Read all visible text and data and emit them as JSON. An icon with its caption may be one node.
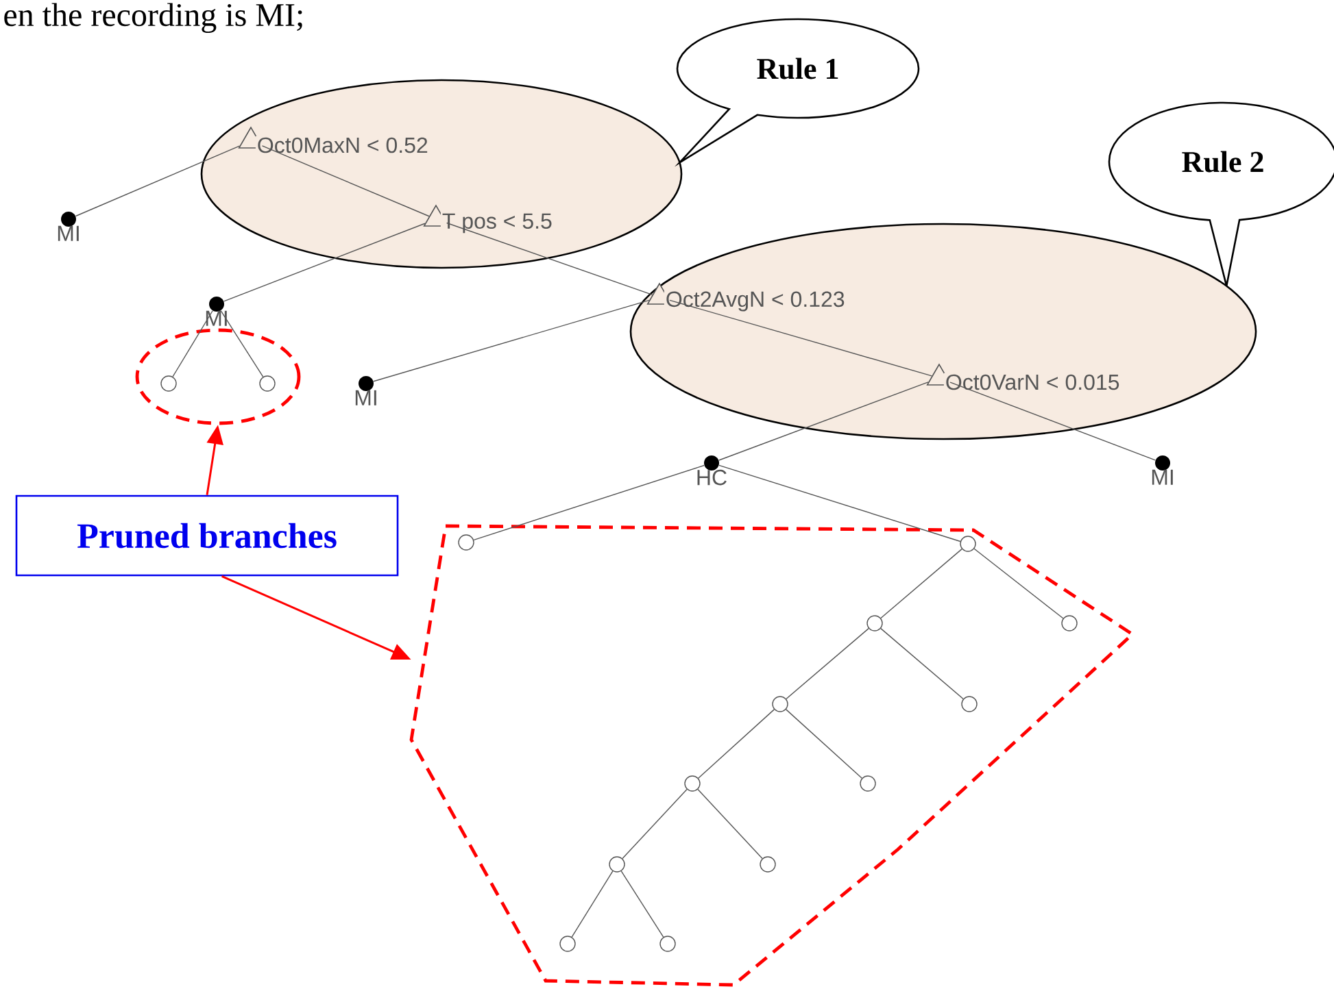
{
  "diagram": {
    "nodes": [
      {
        "text": [],
        "shape": "ellipse"
      },
      {
        "text": [
          "Oct0MaxN < 0.52"
        ],
        "in": 0
      },
      {
        "text": [
          "T pos < 5.5"
        ],
        "in": 0
      },
      {
        "text": [
          "Rule 1"
        ]
      },
      {
        "text": [
          "Rule 2"
        ]
      },
      {
        "text": [],
        "shape": "ellipse"
      },
      {
        "text": [
          "Oct2AvgN < 0.123"
        ],
        "in": 5
      },
      {
        "text": [
          "Oct0VarN < 0.015"
        ],
        "in": 5
      },
      {
        "text": [
          "MI"
        ]
      },
      {
        "text": [
          "MI"
        ]
      },
      {
        "text": [
          "MI"
        ]
      },
      {
        "text": [
          "HC"
        ]
      },
      {
        "text": [
          "MI"
        ]
      },
      {
        "text": [],
        "shape": "ellipse"
      },
      {
        "text": [],
        "shape": "circle",
        "in": 13
      },
      {
        "text": [],
        "shape": "circle",
        "in": 13
      },
      {
        "text": [
          "Pruned branches"
        ]
      },
      {
        "text": [],
        "shape": "polygon"
      },
      {
        "text": [],
        "shape": "circle",
        "in": 17
      },
      {
        "text": [],
        "shape": "circle",
        "in": 17
      },
      {
        "text": [],
        "shape": "circle",
        "in": 17
      },
      {
        "text": [],
        "shape": "circle",
        "in": 17
      },
      {
        "text": [],
        "shape": "circle",
        "in": 17
      },
      {
        "text": [],
        "shape": "circle",
        "in": 17
      },
      {
        "text": [],
        "shape": "circle",
        "in": 17
      },
      {
        "text": [],
        "shape": "circle",
        "in": 17
      },
      {
        "text": [],
        "shape": "circle",
        "in": 17
      },
      {
        "text": [],
        "shape": "circle",
        "in": 17
      },
      {
        "text": [],
        "shape": "circle",
        "in": 17
      },
      {
        "text": [],
        "shape": "circle",
        "in": 17
      }
    ],
    "edges": [
      {
        "from": 1,
        "to": 8,
        "arrow": "none"
      },
      {
        "from": 1,
        "to": 2,
        "arrow": "none"
      },
      {
        "from": 2,
        "to": 9,
        "arrow": "none"
      },
      {
        "from": 2,
        "to": 6,
        "arrow": "none"
      },
      {
        "from": 6,
        "to": 10,
        "arrow": "none"
      },
      {
        "from": 6,
        "to": 7,
        "arrow": "none"
      },
      {
        "from": 7,
        "to": 11,
        "arrow": "none"
      },
      {
        "from": 7,
        "to": 12,
        "arrow": "none"
      },
      {
        "from": 9,
        "to": 14,
        "arrow": "none"
      },
      {
        "from": 9,
        "to": 15,
        "arrow": "none"
      },
      {
        "from": 11,
        "to": 18,
        "arrow": "none"
      },
      {
        "from": 11,
        "to": 19,
        "arrow": "none"
      },
      {
        "from": 19,
        "to": 20,
        "arrow": "none"
      },
      {
        "from": 19,
        "to": 21,
        "arrow": "none"
      },
      {
        "from": 20,
        "to": 22,
        "arrow": "none"
      },
      {
        "from": 20,
        "to": 23,
        "arrow": "none"
      },
      {
        "from": 22,
        "to": 24,
        "arrow": "none"
      },
      {
        "from": 22,
        "to": 25,
        "arrow": "none"
      },
      {
        "from": 24,
        "to": 26,
        "arrow": "none"
      },
      {
        "from": 24,
        "to": 27,
        "arrow": "none"
      },
      {
        "from": 26,
        "to": 28,
        "arrow": "none"
      },
      {
        "from": 26,
        "to": 29,
        "arrow": "none"
      },
      {
        "from": 16,
        "to": 13,
        "arrow": "to",
        "color": "#ff0000"
      },
      {
        "from": 16,
        "to": 17,
        "arrow": "to",
        "color": "#ff0000"
      }
    ],
    "labels": [
      "en the recording is MI;"
    ]
  }
}
